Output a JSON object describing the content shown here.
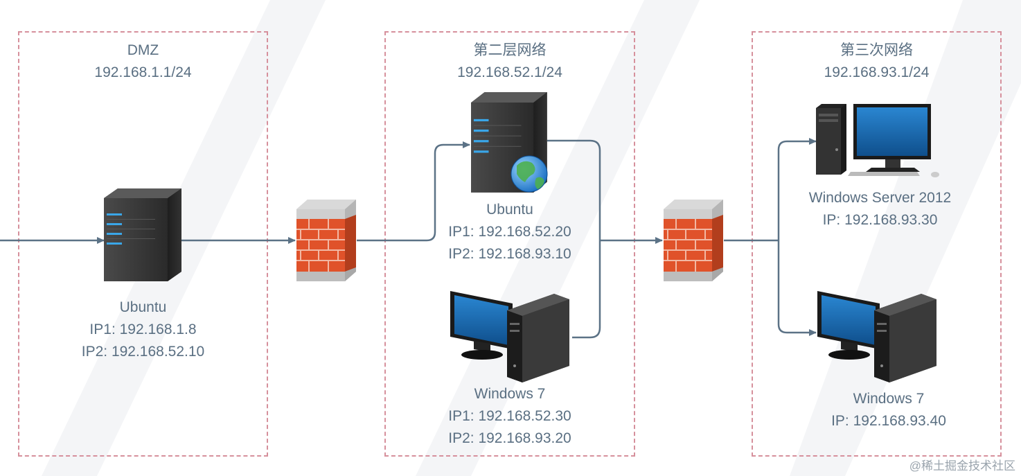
{
  "zones": {
    "dmz": {
      "title": "DMZ",
      "subnet": "192.168.1.1/24"
    },
    "layer2": {
      "title": "第二层网络",
      "subnet": "192.168.52.1/24"
    },
    "layer3": {
      "title": "第三次网络",
      "subnet": "192.168.93.1/24"
    }
  },
  "nodes": {
    "dmz_ubuntu": {
      "name": "Ubuntu",
      "ip1": "IP1: 192.168.1.8",
      "ip2": "IP2: 192.168.52.10"
    },
    "l2_ubuntu": {
      "name": "Ubuntu",
      "ip1": "IP1: 192.168.52.20",
      "ip2": "IP2: 192.168.93.10"
    },
    "l2_win7": {
      "name": "Windows 7",
      "ip1": "IP1: 192.168.52.30",
      "ip2": "IP2: 192.168.93.20"
    },
    "l3_winserver": {
      "name": "Windows Server 2012",
      "ip": "IP: 192.168.93.30"
    },
    "l3_win7": {
      "name": "Windows 7",
      "ip": "IP: 192.168.93.40"
    }
  },
  "icons": {
    "server": "server-icon",
    "web_server": "web-server-icon",
    "firewall": "firewall-icon",
    "desktop": "desktop-computer-icon",
    "tower_pc": "tower-pc-icon"
  },
  "colors": {
    "zone_border": "#d6909c",
    "connector": "#5b7286",
    "label_text": "#5a6f82",
    "firewall_brick": "#e0522a",
    "monitor_screen": "#1f6fb2"
  },
  "watermark": "@稀土掘金技术社区"
}
